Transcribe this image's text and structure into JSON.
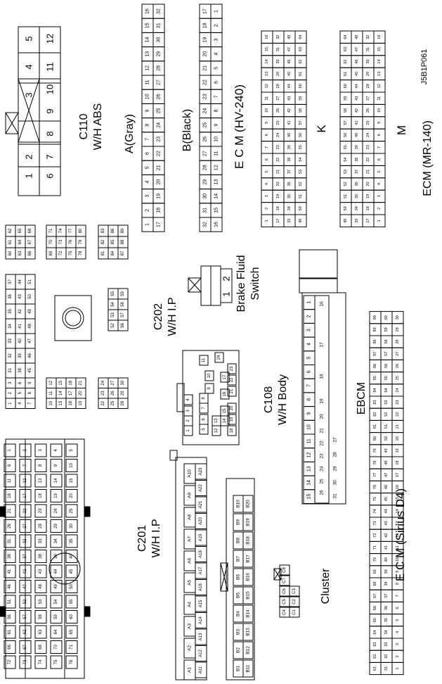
{
  "figure_id": "J5B1P061",
  "labels": {
    "c110": "C110",
    "c110_sub": "W/H ABS",
    "gray": "A(Gray)",
    "black": "B(Black)",
    "ecm_hv": "E C M (HV-240)",
    "k": "K",
    "m": "M",
    "ecm_mr": "ECM (MR-140)",
    "brake1": "Brake Fluid",
    "brake2": "Switch",
    "c202": "C202",
    "c202_sub": "W/H I.P",
    "c108": "C108",
    "c108_sub": "W/H Body",
    "ebcm": "EBCM",
    "ecm_sirius": "E C M (Sirius D4)",
    "c201": "C201",
    "c201_sub": "W/H I.P",
    "cluster": "Cluster"
  },
  "c110_pins": [
    [
      "1",
      "2",
      "",
      "3",
      "4",
      "5"
    ],
    [
      "6",
      "7",
      "8",
      "9",
      "10",
      "11",
      "12"
    ]
  ],
  "ecm_hv_gray": [
    [
      "16",
      "15",
      "14",
      "13",
      "12",
      "11",
      "10",
      "9",
      "8",
      "7",
      "6",
      "5",
      "4",
      "3",
      "2",
      "1"
    ],
    [
      "32",
      "31",
      "30",
      "29",
      "28",
      "27",
      "26",
      "25",
      "24",
      "23",
      "22",
      "21",
      "20",
      "19",
      "18",
      "17"
    ]
  ],
  "ecm_hv_black": [
    [
      "17",
      "18",
      "19",
      "20",
      "21",
      "22",
      "23",
      "24",
      "25",
      "26",
      "27",
      "28",
      "29",
      "30",
      "31",
      "32"
    ],
    [
      "1",
      "2",
      "3",
      "4",
      "5",
      "6",
      "7",
      "8",
      "9",
      "10",
      "11",
      "12",
      "13",
      "14",
      "15",
      "16"
    ]
  ],
  "k_pins": [
    [
      "1",
      "2",
      "3",
      "4",
      "5",
      "6",
      "7",
      "8",
      "9",
      "10",
      "11",
      "12",
      "13",
      "14",
      "15",
      "16"
    ],
    [
      "17",
      "18",
      "19",
      "20",
      "21",
      "22",
      "23",
      "24",
      "25",
      "26",
      "27",
      "28",
      "29",
      "30",
      "31",
      "32"
    ],
    [
      "33",
      "34",
      "35",
      "36",
      "37",
      "38",
      "39",
      "40",
      "41",
      "42",
      "43",
      "44",
      "45",
      "46",
      "47",
      "48"
    ],
    [
      "49",
      "50",
      "51",
      "52",
      "53",
      "54",
      "55",
      "56",
      "57",
      "58",
      "59",
      "60",
      "61",
      "62",
      "63",
      "64"
    ]
  ],
  "m_pins": [
    [
      "64",
      "63",
      "62",
      "61",
      "60",
      "59",
      "58",
      "57",
      "56",
      "55",
      "54",
      "53",
      "52",
      "51",
      "50",
      "49"
    ],
    [
      "48",
      "47",
      "46",
      "45",
      "44",
      "43",
      "42",
      "41",
      "40",
      "39",
      "38",
      "37",
      "36",
      "35",
      "34",
      "33"
    ],
    [
      "32",
      "31",
      "30",
      "29",
      "28",
      "27",
      "26",
      "25",
      "24",
      "23",
      "22",
      "21",
      "20",
      "19",
      "18",
      "17"
    ],
    [
      "16",
      "15",
      "14",
      "13",
      "12",
      "11",
      "10",
      "9",
      "8",
      "7",
      "6",
      "5",
      "4",
      "3",
      "2",
      "1"
    ]
  ],
  "brake_pins": [
    "1",
    "2"
  ],
  "ebcm_row1": [
    "15",
    "14",
    "13",
    "12",
    "11",
    "10",
    "9",
    "8",
    "7",
    "6",
    "5",
    "4",
    "3",
    "2",
    "1"
  ],
  "ebcm_row2": [
    "26",
    "25",
    "24",
    "23",
    "22",
    "21",
    "20",
    "19",
    "18",
    "17",
    "16"
  ],
  "ebcm_row3": [
    "31",
    "30",
    "29",
    "28",
    "27"
  ],
  "c108_pins": [
    "1",
    "2",
    "3",
    "4",
    "5",
    "6",
    "7",
    "8",
    "9",
    "10",
    "11",
    "12",
    "13",
    "14",
    "15",
    "16",
    "17",
    "18",
    "19",
    "20",
    "21",
    "22",
    "23",
    "24"
  ],
  "sirius_cols": [
    [
      "61",
      "31",
      "1"
    ],
    [
      "62",
      "32",
      "2"
    ],
    [
      "63",
      "33",
      "3"
    ],
    [
      "64",
      "34",
      "4"
    ],
    [
      "65",
      "35",
      "5"
    ],
    [
      "66",
      "36",
      "6"
    ],
    [
      "67",
      "37",
      "7"
    ],
    [
      "68",
      "38",
      "8"
    ],
    [
      "69",
      "39",
      "9"
    ],
    [
      "70",
      "40",
      "10"
    ],
    [
      "71",
      "41",
      "11"
    ],
    [
      "72",
      "42",
      "12"
    ],
    [
      "73",
      "43",
      "13"
    ],
    [
      "74",
      "44",
      "14"
    ],
    [
      "75",
      "45",
      "15"
    ],
    [
      "76",
      "46",
      "16"
    ],
    [
      "77",
      "47",
      "17"
    ],
    [
      "78",
      "48",
      "18"
    ],
    [
      "79",
      "49",
      "19"
    ],
    [
      "80",
      "50",
      "20"
    ],
    [
      "81",
      "51",
      "21"
    ],
    [
      "82",
      "52",
      "22"
    ],
    [
      "83",
      "53",
      "23"
    ],
    [
      "84",
      "54",
      "24"
    ],
    [
      "85",
      "55",
      "25"
    ],
    [
      "86",
      "56",
      "26"
    ],
    [
      "87",
      "57",
      "27"
    ],
    [
      "88",
      "58",
      "28"
    ],
    [
      "89",
      "59",
      "29"
    ],
    [
      "90",
      "60",
      "30"
    ]
  ],
  "ip_block1": [
    [
      "3",
      "2",
      "1"
    ],
    [
      "6",
      "5",
      "4"
    ],
    [
      "9",
      "8",
      "7"
    ]
  ],
  "ip_block2": [
    [
      "12",
      "11",
      "10"
    ],
    [
      "15",
      "14",
      "13"
    ],
    [
      "18",
      "17",
      "16"
    ],
    [
      "21",
      "20",
      "19"
    ]
  ],
  "ip_block3": [
    [
      "24",
      "23",
      "22"
    ],
    [
      "27",
      "26",
      "25"
    ],
    [
      "30",
      "29",
      "28"
    ]
  ],
  "ip_block4": [
    [
      "37",
      "36",
      "35",
      "34",
      "33",
      "32",
      "31"
    ],
    [
      "44",
      "43",
      "42",
      "41",
      "40",
      "39",
      "38"
    ],
    [
      "51",
      "50",
      "49",
      "48",
      "47",
      "46",
      "45"
    ]
  ],
  "ip_block5": [
    [
      "55",
      "54",
      "53",
      "52"
    ],
    [
      "59",
      "58",
      "57",
      "56"
    ]
  ],
  "ip_block6": [
    [
      "62",
      "61",
      "60"
    ],
    [
      "65",
      "64",
      "63"
    ],
    [
      "68",
      "67",
      "66"
    ]
  ],
  "ip_block7": [
    [
      "71",
      "70",
      "69"
    ],
    [
      "74",
      "73",
      "72"
    ],
    [
      "77",
      "76",
      "75"
    ],
    [
      "80",
      "79",
      "78"
    ]
  ],
  "ip_block8": [
    [
      "83",
      "82",
      "81"
    ],
    [
      "86",
      "85",
      "84"
    ],
    [
      "89",
      "88",
      "87"
    ]
  ],
  "c201_pins": [
    "1",
    "2",
    "3",
    "4",
    "5",
    "6",
    "7",
    "8",
    "9",
    "10",
    "11",
    "12",
    "13",
    "14",
    "15",
    "16",
    "17",
    "18",
    "19",
    "20",
    "21",
    "22",
    "23",
    "24",
    "25",
    "26",
    "27",
    "28",
    "29",
    "30",
    "31",
    "32",
    "33",
    "34",
    "35",
    "36",
    "37",
    "38",
    "39",
    "40",
    "41",
    "42",
    "43",
    "44",
    "45",
    "46",
    "47",
    "48",
    "49",
    "50",
    "51",
    "52",
    "53",
    "54",
    "55",
    "56",
    "57",
    "58",
    "59",
    "60",
    "61",
    "62",
    "63",
    "64",
    "65",
    "66",
    "67",
    "68",
    "70",
    "71",
    "72",
    "73",
    "74",
    "75",
    "76"
  ],
  "a_pins": [
    "A1",
    "A2",
    "A3",
    "A4",
    "A5",
    "A6",
    "A7",
    "A8",
    "A9",
    "A10",
    "A11",
    "A12",
    "A13",
    "A14",
    "A15",
    "A16",
    "A17",
    "A18",
    "A19",
    "A20",
    "A21",
    "A22",
    "A23"
  ],
  "b_pins": [
    "B1",
    "B2",
    "B3",
    "B4",
    "B5",
    "B6",
    "B7",
    "B8",
    "B9",
    "B10",
    "B11",
    "B12",
    "B13",
    "B14",
    "B15",
    "B16",
    "B17",
    "B18",
    "B19",
    "B20"
  ],
  "cluster_pins": [
    [
      "C4",
      "C5",
      "C6",
      "C7",
      "C8"
    ],
    [
      "C1",
      "C2",
      "C3"
    ]
  ]
}
